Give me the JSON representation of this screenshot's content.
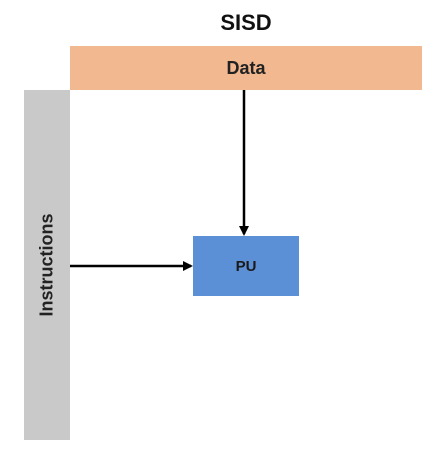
{
  "diagram": {
    "title": "SISD",
    "data_label": "Data",
    "instructions_label": "Instructions",
    "pu_label": "PU"
  },
  "colors": {
    "data_bar": "#f2b88f",
    "instructions_bar": "#c9c9c9",
    "pu_box": "#5b8fd6",
    "arrow": "#000000"
  }
}
